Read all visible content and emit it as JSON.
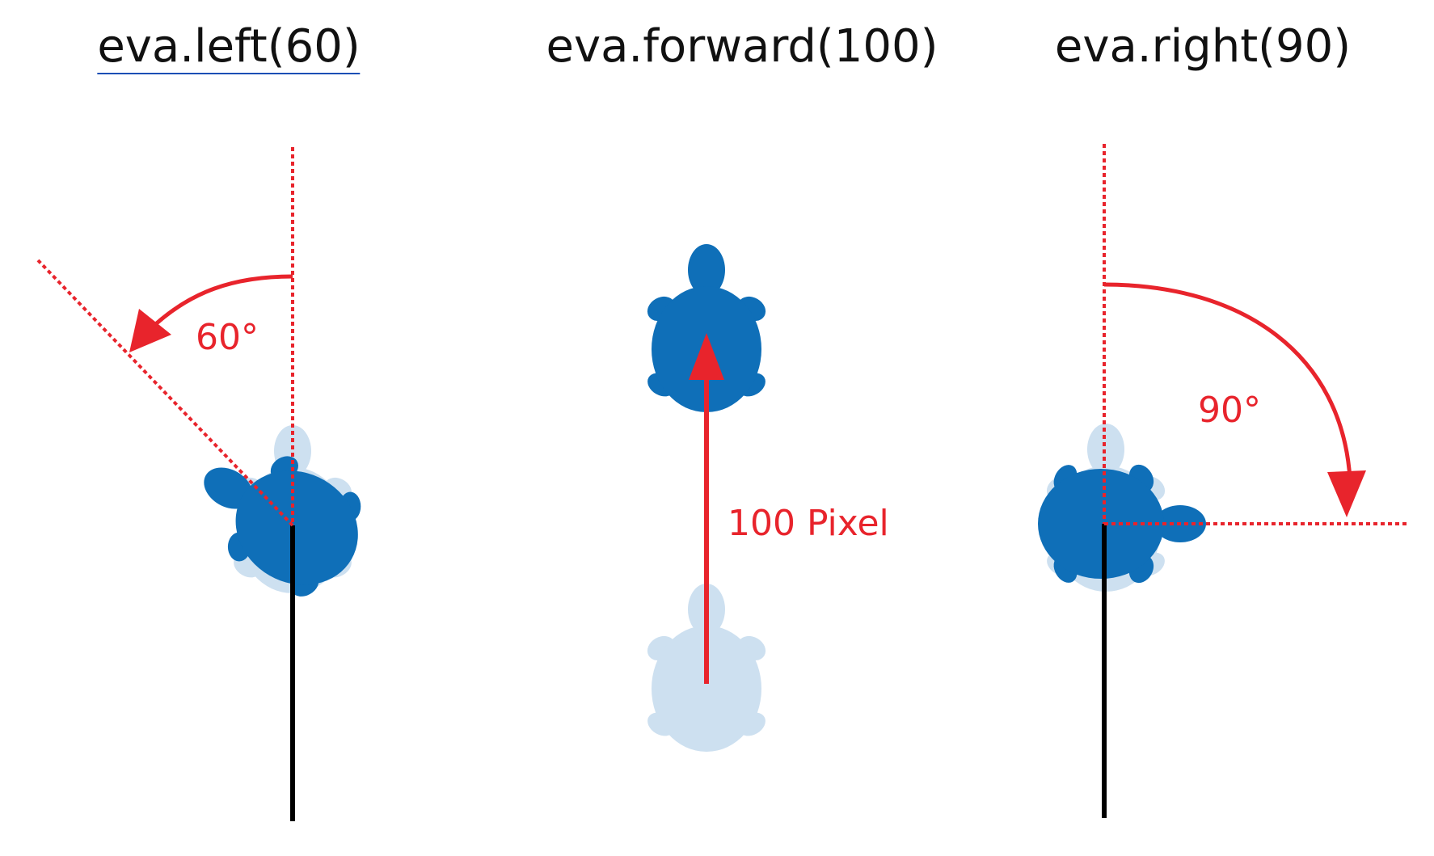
{
  "panels": [
    {
      "command": "eva.left(60)",
      "annotation": "60°",
      "angle_deg": 60,
      "direction": "left"
    },
    {
      "command": "eva.forward(100)",
      "annotation": "100 Pixel",
      "distance": 100
    },
    {
      "command": "eva.right(90)",
      "annotation": "90°",
      "angle_deg": 90,
      "direction": "right"
    }
  ],
  "colors": {
    "turtle": "#0f6fb8",
    "turtle_ghost": "#cde0f0",
    "annotation_red": "#e8242c",
    "path_black": "#000000"
  },
  "icons": {
    "turtle": "turtle-icon",
    "turtle_ghost": "turtle-ghost-icon"
  }
}
